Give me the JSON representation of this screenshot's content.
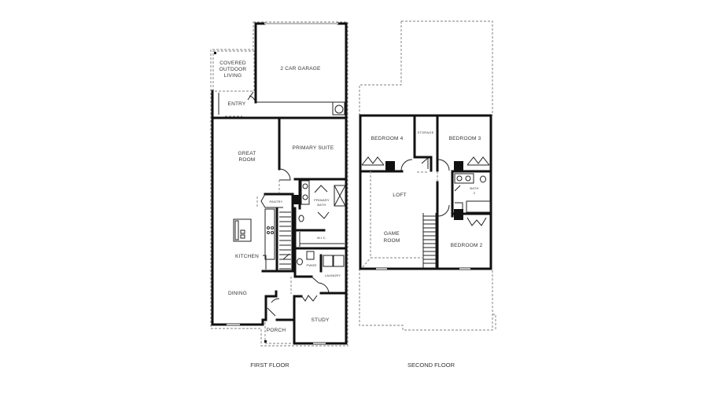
{
  "first_floor": {
    "title": "FIRST FLOOR",
    "rooms": {
      "covered_outdoor_living": [
        "COVERED",
        "OUTDOOR",
        "LIVING"
      ],
      "garage": "2 CAR GARAGE",
      "entry": "ENTRY",
      "great_room": [
        "GREAT",
        "ROOM"
      ],
      "primary_suite": "PRIMARY SUITE",
      "pantry": "PANTRY",
      "primary_bath": [
        "PRIMARY",
        "BATH"
      ],
      "wic": "W.I.C.",
      "kitchen": "KITCHEN",
      "pwdr": "PWDR",
      "laundry": "LAUNDRY",
      "dining": "DINING",
      "porch": "PORCH",
      "study": "STUDY"
    }
  },
  "second_floor": {
    "title": "SECOND FLOOR",
    "rooms": {
      "bedroom_4": "BEDROOM 4",
      "storage": "STORAGE",
      "bedroom_3": "BEDROOM 3",
      "bath_2": [
        "BATH",
        "2"
      ],
      "loft": "LOFT",
      "game_room": [
        "GAME",
        "ROOM"
      ],
      "bedroom_2": "BEDROOM 2"
    }
  }
}
